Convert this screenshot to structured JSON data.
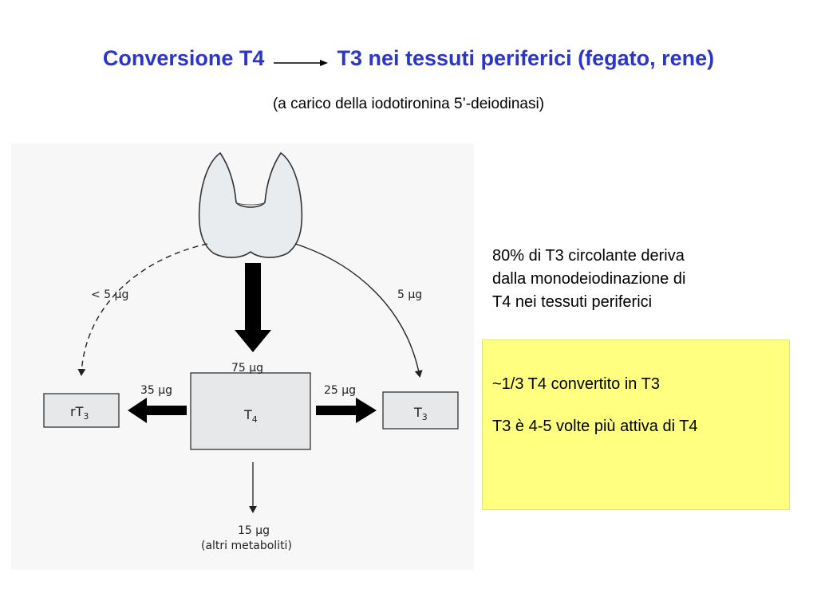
{
  "title": {
    "part1": "Conversione T4",
    "part2": "T3 nei tessuti periferici  (fegato, rene)"
  },
  "subtitle": "(a carico della iodotironina 5’-deiodinasi)",
  "diagram": {
    "lbl_left_arc": "< 5 µg",
    "lbl_right_arc": "5 µg",
    "lbl_top": "75 µg",
    "lbl_left": "35 µg",
    "lbl_right": "25 µg",
    "lbl_bottom": "15 µg",
    "lbl_bottom_sub": "(altri metaboliti)",
    "box_left": {
      "main": "rT",
      "sub": "3"
    },
    "box_center": {
      "main": "T",
      "sub": "4"
    },
    "box_right": {
      "main": "T",
      "sub": "3"
    }
  },
  "note": {
    "line1": "80% di T3 circolante deriva",
    "line2": "dalla monodeiodinazione di",
    "line3": "T4 nei tessuti periferici"
  },
  "highlight": {
    "line1": "~1/3 T4 convertito in T3",
    "line2": "T3 è 4-5 volte più attiva di T4"
  },
  "colors": {
    "title": "#2b35c9",
    "highlight_bg": "#ffff80"
  }
}
